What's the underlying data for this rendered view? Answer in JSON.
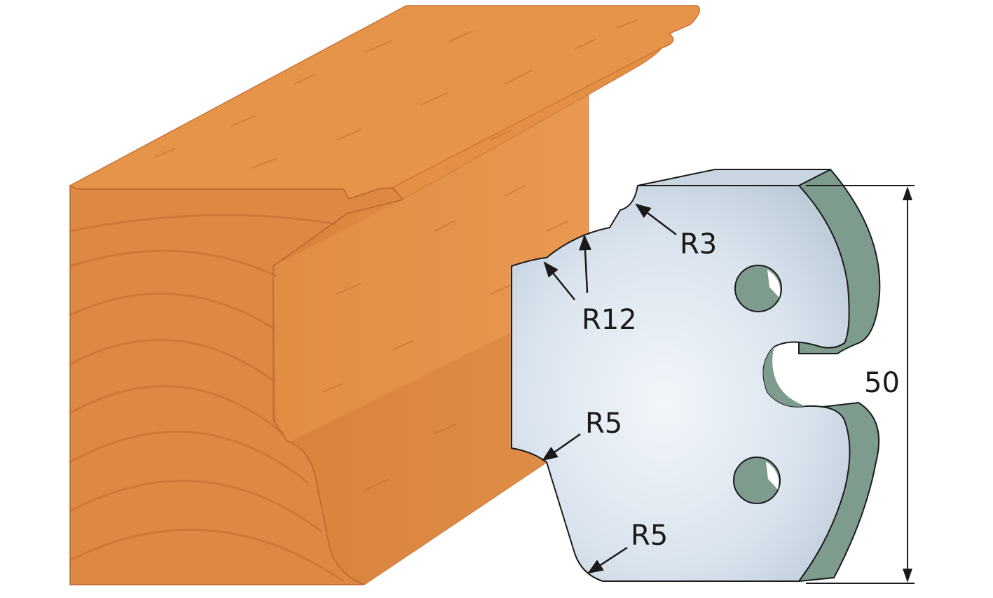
{
  "labels": {
    "r3": "R3",
    "r12": "R12",
    "r5_upper": "R5",
    "r5_lower": "R5",
    "height": "50"
  },
  "colors": {
    "wood_top": "#E6944A",
    "wood_side": "#E08A40",
    "wood_end": "#DE8845",
    "wood_grain": "#B8652B",
    "wood_ring": "#C87238",
    "blade_face": "#D9E3EE",
    "blade_edge": "#7E9C8E",
    "outline": "#1a1a1a",
    "text": "#1a1a1a"
  },
  "icons": {
    "wood_profile": "wood-moulding-illustration",
    "blade": "profile-knife-blade-illustration"
  }
}
